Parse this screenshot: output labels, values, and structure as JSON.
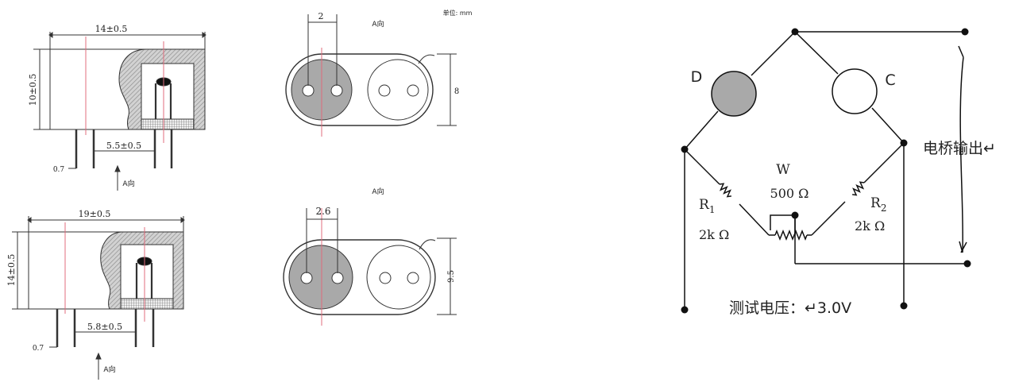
{
  "unit_note": "单位: mm",
  "top_left": {
    "width_dim": "14±0.5",
    "height_dim": "10±0.5",
    "pin_spacing": "5.5±0.5",
    "pin_width": "0.7",
    "view_label": "A向"
  },
  "bottom_left": {
    "width_dim": "19±0.5",
    "height_dim": "14±0.5",
    "pin_spacing": "5.8±0.5",
    "pin_width": "0.7",
    "view_label": "A向"
  },
  "top_middle": {
    "view_title": "A向",
    "hole_dim": "2",
    "height_dim": "8"
  },
  "bottom_middle": {
    "view_title": "A向",
    "hole_dim": "2.6",
    "height_dim": "9.5"
  },
  "circuit": {
    "d_label": "D",
    "c_label": "C",
    "w_label": "W",
    "w_value": "500 Ω",
    "r1_label": "R",
    "r1_sub": "1",
    "r1_value": "2k Ω",
    "r2_label": "R",
    "r2_sub": "2",
    "r2_value": "2k Ω",
    "bridge_output": "电桥输出↵",
    "test_voltage": "测试电压：↵3.0V"
  },
  "colors": {
    "sensor_fill": "#a9a9a9",
    "hatch": "#9a9a9a",
    "centerline": "#e06c7c"
  }
}
